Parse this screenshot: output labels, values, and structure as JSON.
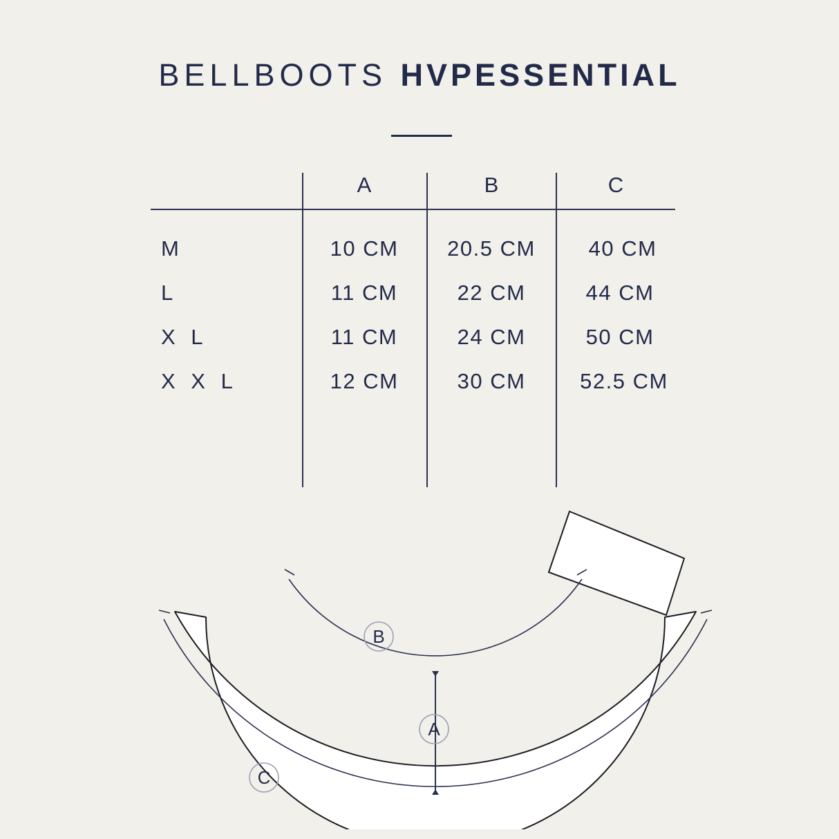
{
  "header": {
    "title_light": "BELLBOOTS",
    "title_bold": "HVPESSENTIAL"
  },
  "colors": {
    "background": "#f2f0ea",
    "ink": "#222a4a",
    "rule": "#2a3050",
    "shape_fill": "#ffffff",
    "shape_stroke": "#1c1c22"
  },
  "table": {
    "columns": [
      "A",
      "B",
      "C"
    ],
    "rows": [
      {
        "size": "M",
        "a": "10 CM",
        "b": "20.5 CM",
        "c": "40 CM"
      },
      {
        "size": "L",
        "a": "11 CM",
        "b": "22 CM",
        "c": "44 CM"
      },
      {
        "size": "X L",
        "a": "11 CM",
        "b": "24 CM",
        "c": "50 CM"
      },
      {
        "size": "X X L",
        "a": "12 CM",
        "b": "30 CM",
        "c": "52.5 CM"
      }
    ]
  },
  "diagram": {
    "callouts": [
      {
        "id": "B",
        "label": "B"
      },
      {
        "id": "A",
        "label": "A"
      },
      {
        "id": "C",
        "label": "C"
      }
    ]
  }
}
